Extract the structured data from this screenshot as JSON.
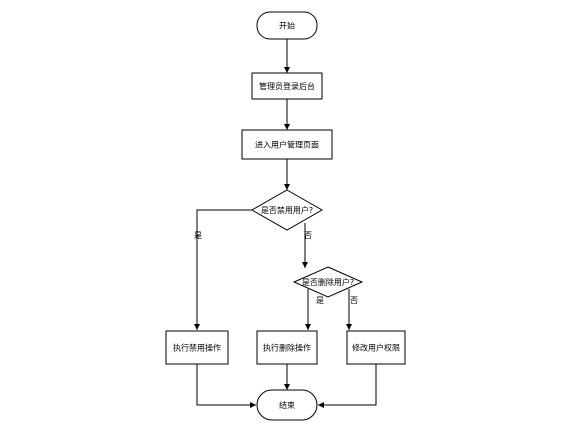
{
  "diagram": {
    "start": "开始",
    "login": "管理员登录后台",
    "enter_page": "进入用户管理页面",
    "decision_disable": "是否禁用用户?",
    "decision_disable_yes": "是",
    "decision_disable_no": "否",
    "decision_delete": "是否删除用户?",
    "decision_delete_yes": "是",
    "decision_delete_no": "否",
    "do_disable": "执行禁用操作",
    "do_delete": "执行删除操作",
    "modify_perm": "修改用户权限",
    "end": "结束"
  }
}
